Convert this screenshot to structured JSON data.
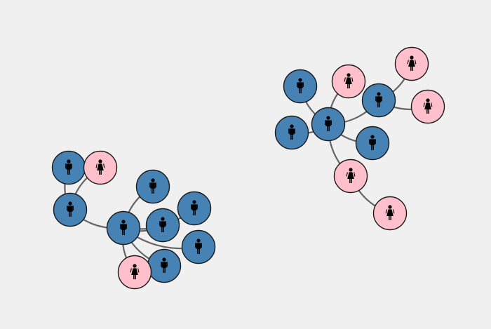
{
  "colors": {
    "background": "#f0f0f0",
    "male": "#4682b4",
    "female": "#ffc0cb",
    "edge": "#666666",
    "outline": "#1a1a1a",
    "icon": "#000000"
  },
  "graph": {
    "nodes": [
      {
        "id": "a1",
        "gender": "male",
        "icon": "male-person-icon"
      },
      {
        "id": "a2",
        "gender": "female",
        "icon": "female-person-icon"
      },
      {
        "id": "a3",
        "gender": "male",
        "icon": "male-person-icon"
      },
      {
        "id": "a4",
        "gender": "male",
        "icon": "male-person-icon"
      },
      {
        "id": "a5",
        "gender": "male",
        "icon": "male-person-icon"
      },
      {
        "id": "a6",
        "gender": "male",
        "icon": "male-person-icon"
      },
      {
        "id": "a7",
        "gender": "male",
        "icon": "male-person-icon"
      },
      {
        "id": "a8",
        "gender": "male",
        "icon": "male-person-icon"
      },
      {
        "id": "a9",
        "gender": "male",
        "icon": "male-person-icon"
      },
      {
        "id": "a10",
        "gender": "female",
        "icon": "female-person-icon"
      },
      {
        "id": "b1",
        "gender": "male",
        "icon": "male-person-icon"
      },
      {
        "id": "b2",
        "gender": "female",
        "icon": "female-person-icon"
      },
      {
        "id": "b3",
        "gender": "female",
        "icon": "female-person-icon"
      },
      {
        "id": "b4",
        "gender": "male",
        "icon": "male-person-icon"
      },
      {
        "id": "b5",
        "gender": "female",
        "icon": "female-person-icon"
      },
      {
        "id": "b6",
        "gender": "male",
        "icon": "male-person-icon"
      },
      {
        "id": "b7",
        "gender": "male",
        "icon": "male-person-icon"
      },
      {
        "id": "b8",
        "gender": "male",
        "icon": "male-person-icon"
      },
      {
        "id": "b9",
        "gender": "female",
        "icon": "female-person-icon"
      },
      {
        "id": "b10",
        "gender": "female",
        "icon": "female-person-icon"
      }
    ],
    "edges": [
      [
        "a1",
        "a3"
      ],
      [
        "a2",
        "a3"
      ],
      [
        "a3",
        "a5"
      ],
      [
        "a4",
        "a5"
      ],
      [
        "a5",
        "a6"
      ],
      [
        "a5",
        "a7"
      ],
      [
        "a5",
        "a8"
      ],
      [
        "a5",
        "a9"
      ],
      [
        "a5",
        "a10"
      ],
      [
        "b1",
        "b7"
      ],
      [
        "b2",
        "b7"
      ],
      [
        "b6",
        "b7"
      ],
      [
        "b7",
        "b4"
      ],
      [
        "b7",
        "b8"
      ],
      [
        "b7",
        "b9"
      ],
      [
        "b4",
        "b3"
      ],
      [
        "b4",
        "b5"
      ],
      [
        "b9",
        "b10"
      ]
    ]
  }
}
